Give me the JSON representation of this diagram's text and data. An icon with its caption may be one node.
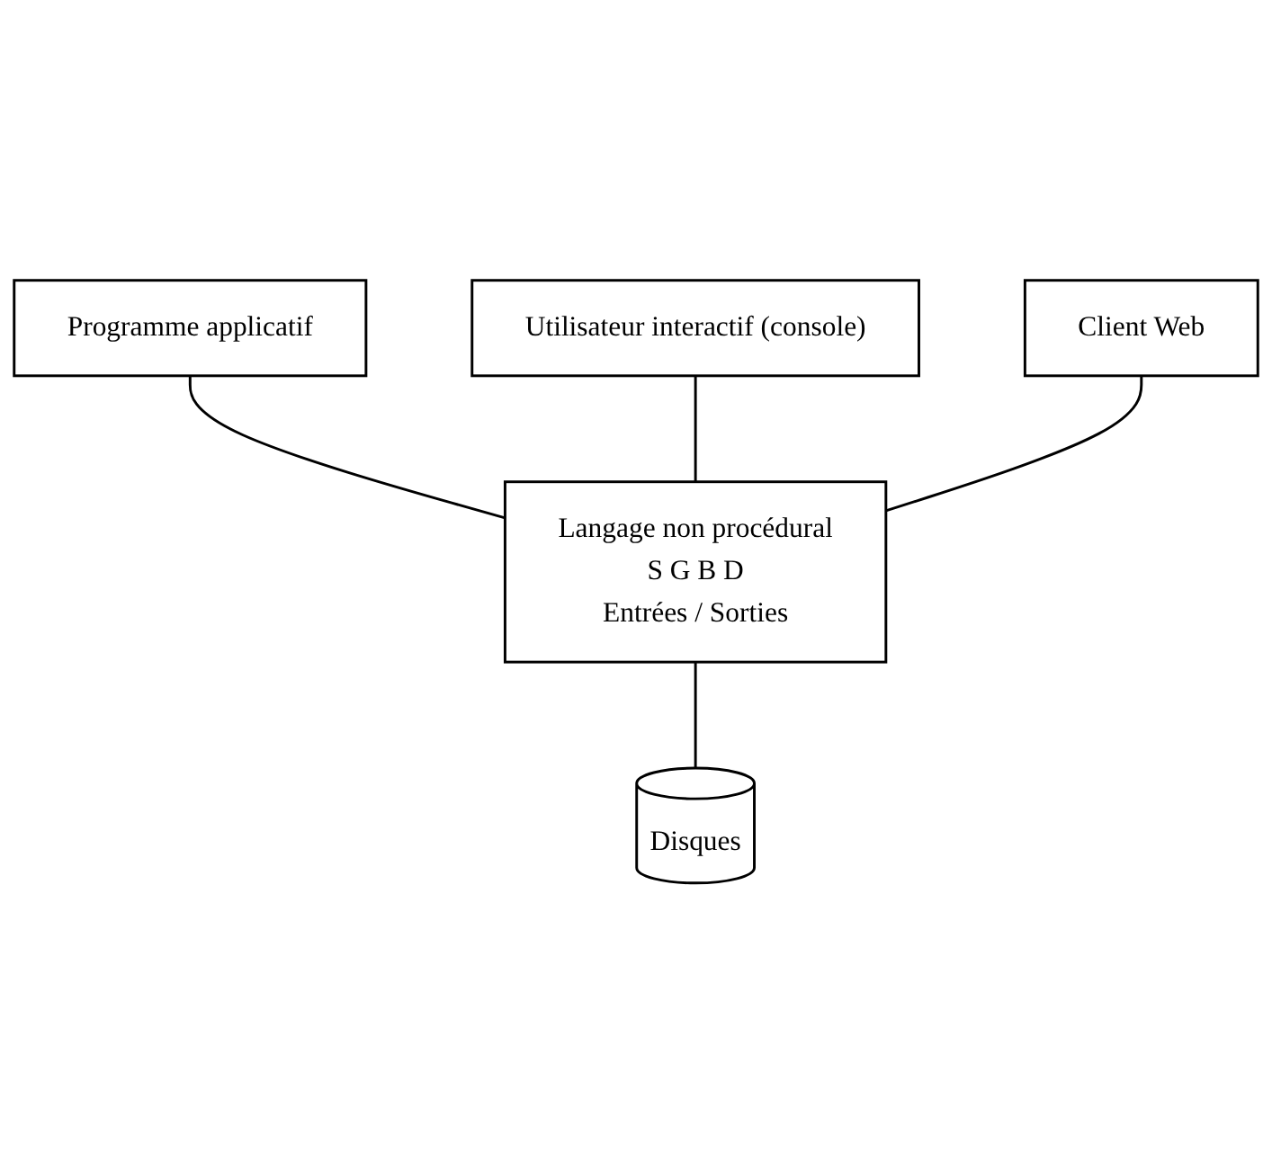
{
  "diagram": {
    "nodes": [
      {
        "text": [
          "Programme applicatif"
        ]
      },
      {
        "text": [
          "Utilisateur interactif (console)"
        ]
      },
      {
        "text": [
          "Client Web"
        ]
      },
      {
        "text": [
          "Langage non procédural",
          "S G B D",
          "Entrées / Sorties"
        ]
      },
      {
        "text": [
          "Disques"
        ]
      }
    ],
    "edges": [
      {
        "from": 0,
        "to": 3,
        "arrow": "none"
      },
      {
        "from": 1,
        "to": 3,
        "arrow": "none"
      },
      {
        "from": 2,
        "to": 3,
        "arrow": "none"
      },
      {
        "from": 3,
        "to": 4,
        "arrow": "none"
      }
    ]
  }
}
